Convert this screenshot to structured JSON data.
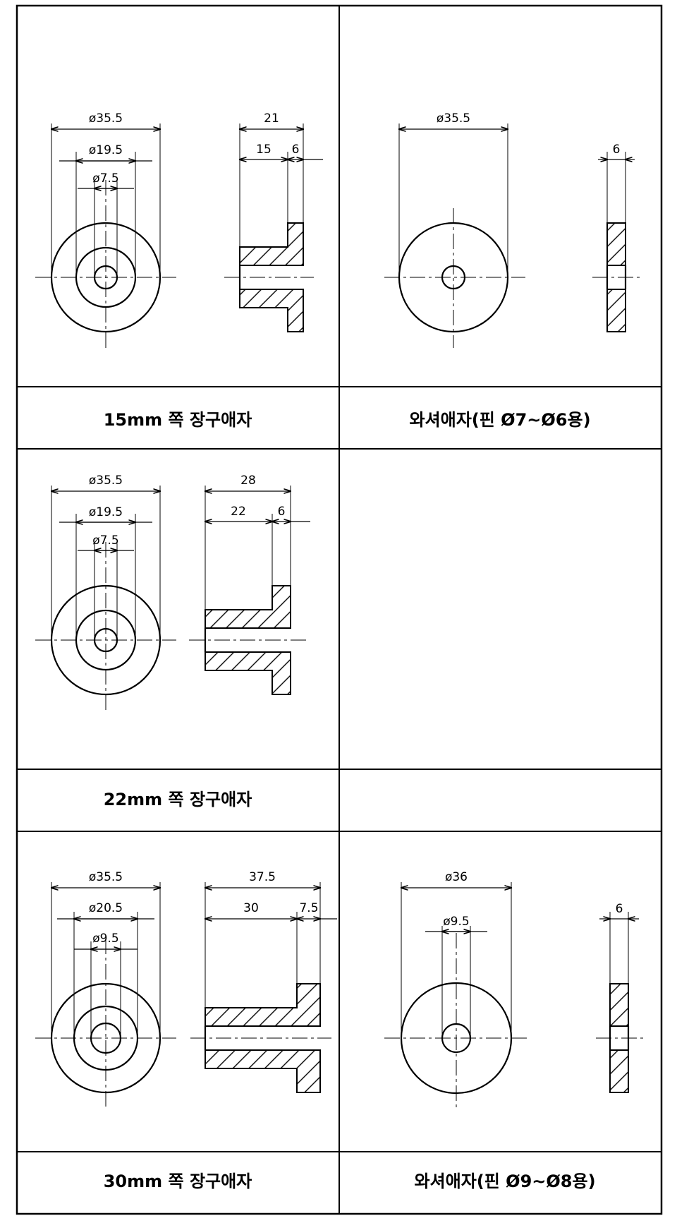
{
  "panels": {
    "p1": {
      "caption": "15mm 쪽 장구애자",
      "front_dims": [
        "ø35.5",
        "ø19.5",
        "ø7.5"
      ],
      "side_dims": [
        "21",
        "15",
        "6"
      ]
    },
    "p2": {
      "caption": "와셔애자(핀 Ø7~Ø6용)",
      "front_dims": [
        "ø35.5"
      ],
      "side_dims": [
        "6"
      ]
    },
    "p3": {
      "caption": "22mm 쪽 장구애자",
      "front_dims": [
        "ø35.5",
        "ø19.5",
        "ø7.5"
      ],
      "side_dims": [
        "28",
        "22",
        "6"
      ]
    },
    "p4": {
      "caption": "30mm 쪽 장구애자",
      "front_dims": [
        "ø35.5",
        "ø20.5",
        "ø9.5"
      ],
      "side_dims": [
        "37.5",
        "30",
        "7.5"
      ]
    },
    "p5": {
      "caption": "와셔애자(핀 Ø9~Ø8용)",
      "front_dims": [
        "ø36",
        "ø9.5"
      ],
      "side_dims": [
        "6"
      ]
    }
  }
}
